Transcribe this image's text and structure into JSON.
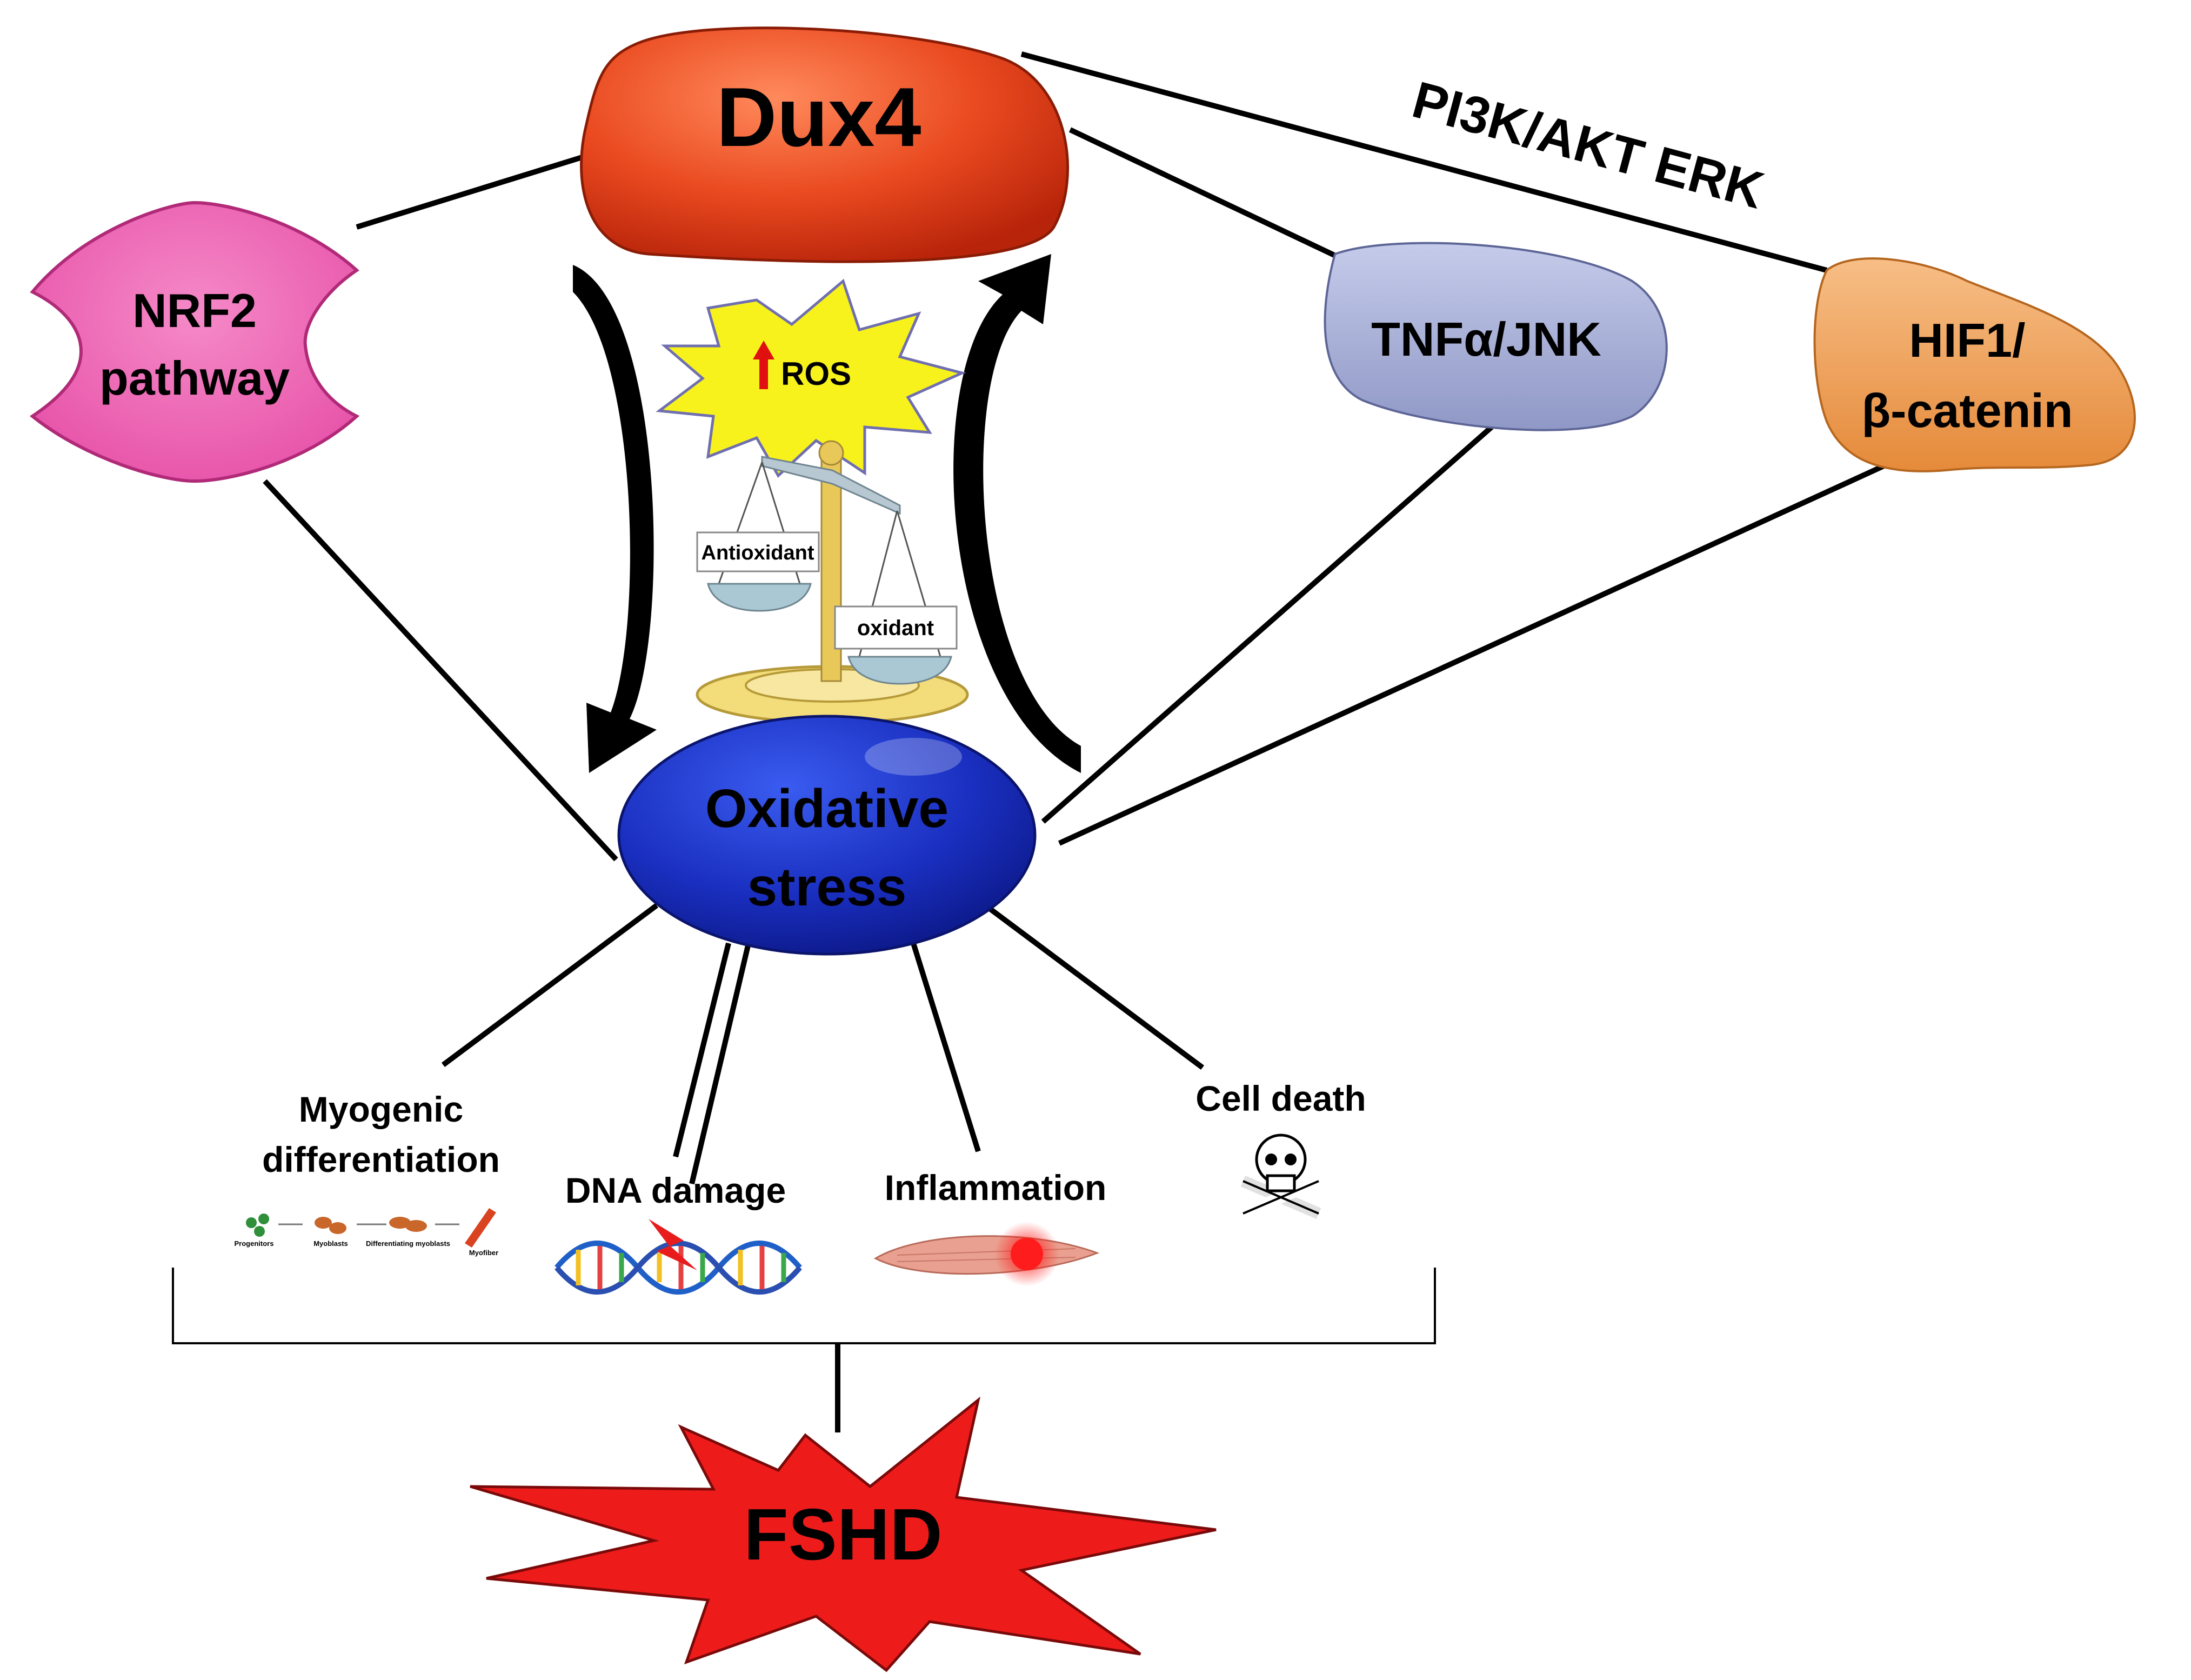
{
  "nodes": {
    "dux4": "Dux4",
    "nrf2_line1": "NRF2",
    "nrf2_line2": "pathway",
    "tnf": "TNFα/JNK",
    "hif_line1": "HIF1/",
    "hif_line2": "β-catenin",
    "ros": "ROS",
    "antioxidant": "Antioxidant",
    "oxidant": "oxidant",
    "oxidative_line1": "Oxidative",
    "oxidative_line2": "stress",
    "fshd": "FSHD"
  },
  "edge_labels": {
    "pi3k": "PI3K/AKT ERK"
  },
  "outcomes": {
    "myogenic_line1": "Myogenic",
    "myogenic_line2": "differentiation",
    "dna": "DNA damage",
    "inflammation": "Inflammation",
    "cell_death": "Cell death"
  },
  "myogenic_stages": [
    "Progenitors",
    "Myoblasts",
    "Differentiating myoblasts",
    "Myofiber"
  ],
  "colors": {
    "dux4": "#e8401c",
    "nrf2": "#ee5fb0",
    "tnf": "#a9b1d6",
    "hif": "#f2a25a",
    "oxidative": "#1c2fc4",
    "fshd": "#ee1b1b",
    "ros": "#f8f21c"
  }
}
